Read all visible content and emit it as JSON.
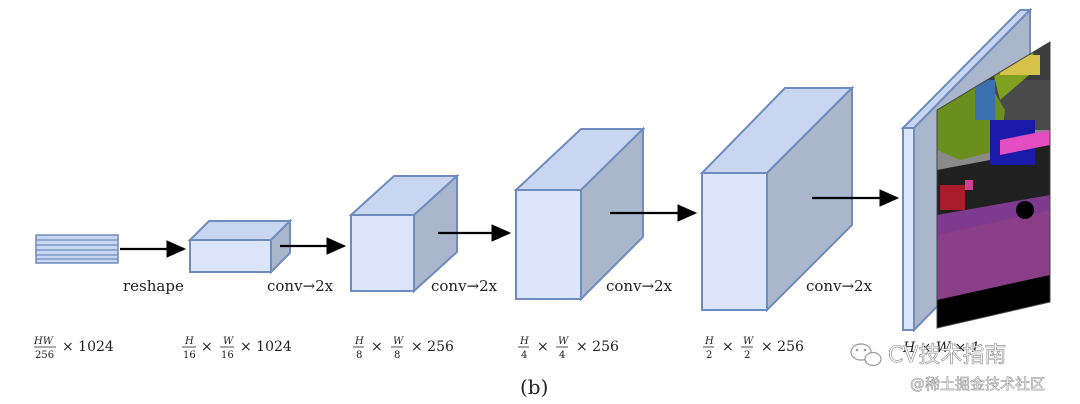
{
  "diagram": {
    "labels": {
      "reshape": "reshape",
      "conv1": "conv→2x",
      "conv2": "conv→2x",
      "conv3": "conv→2x",
      "conv4": "conv→2x"
    },
    "dims": {
      "d0": {
        "num": "HW",
        "den": "256",
        "rest": "× 1024"
      },
      "d1": {
        "num1": "H",
        "den1": "16",
        "mid": "×",
        "num2": "W",
        "den2": "16",
        "rest": "× 1024"
      },
      "d2": {
        "num1": "H",
        "den1": "8",
        "mid": "×",
        "num2": "W",
        "den2": "8",
        "rest": "× 256"
      },
      "d3": {
        "num1": "H",
        "den1": "4",
        "mid": "×",
        "num2": "W",
        "den2": "4",
        "rest": "× 256"
      },
      "d4": {
        "num1": "H",
        "den1": "2",
        "mid": "×",
        "num2": "W",
        "den2": "2",
        "rest": "× 256"
      },
      "d5": {
        "text": "H × W × 1"
      }
    },
    "caption": "(b)",
    "watermark": {
      "line1": "CV技术指南",
      "line2": "@稀土掘金技术社区"
    },
    "colors": {
      "box_front": "#dbe5fb",
      "box_top": "#c9d6f1",
      "box_side": "#aab6cb",
      "box_stroke": "#6e8cbd"
    },
    "icons": {
      "watermark_logo": "wechat-logo-icon"
    }
  }
}
